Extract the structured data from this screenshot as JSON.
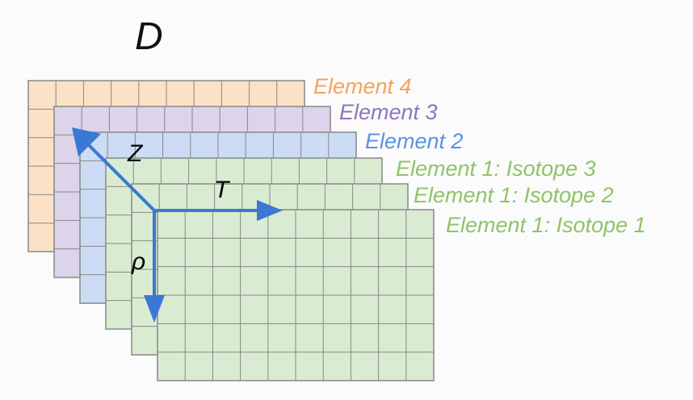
{
  "title": "D",
  "layers": [
    {
      "label": "Element 4",
      "fill": "#fbe1c6",
      "text_color": "#f2a55b",
      "cols": 10,
      "rows": 6
    },
    {
      "label": "Element 3",
      "fill": "#dcd4ea",
      "text_color": "#8e75bb",
      "cols": 10,
      "rows": 6
    },
    {
      "label": "Element 2",
      "fill": "#ccdcf4",
      "text_color": "#5b92e2",
      "cols": 10,
      "rows": 6
    },
    {
      "label": "Element 1: Isotope 3",
      "fill": "#d9ecd2",
      "text_color": "#8fc36a",
      "cols": 10,
      "rows": 6
    },
    {
      "label": "Element 1: Isotope 2",
      "fill": "#d9ecd2",
      "text_color": "#8fc36a",
      "cols": 10,
      "rows": 6
    },
    {
      "label": "Element 1: Isotope 1",
      "fill": "#d9ecd2",
      "text_color": "#8fc36a",
      "cols": 10,
      "rows": 6
    }
  ],
  "axes": {
    "z": "Z",
    "t": "T",
    "rho": "ρ",
    "color": "#3a78d4"
  },
  "grid_line_color": "#888888"
}
